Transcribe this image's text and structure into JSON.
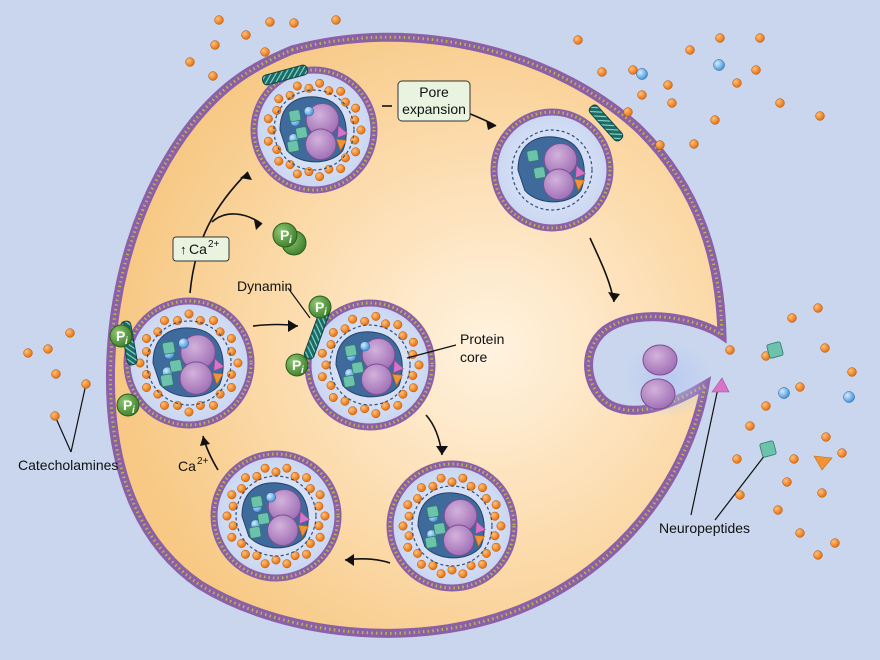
{
  "labels": {
    "pore_expansion_line1": "Pore",
    "pore_expansion_line2": "expansion",
    "ca_up": "Ca",
    "ca_superscript": "2+",
    "ca_left": "Ca",
    "ca_left_superscript": "2+",
    "dynamin": "Dynamin",
    "protein_core_line1": "Protein",
    "protein_core_line2": "core",
    "catecholamines": "Catecholamines",
    "neuropeptides": "Neuropeptides",
    "pi": "P",
    "pi_sub": "i"
  },
  "colors": {
    "background": "#c9d6ee",
    "cytoplasm": "#fbd9a8",
    "membrane_purple": "#8c5fa6",
    "membrane_dots": "#a9b24a",
    "catecholamine": "#ee7a12",
    "protein_core": "#3f6d9a",
    "neuropeptide_square": "#5fb8a3",
    "neuropeptide_triangle_pink": "#d46fc6",
    "neuropeptide_triangle_orange": "#f0922e",
    "phosphate": "#5a9a3e",
    "dynamin": "#1f6f6b"
  }
}
